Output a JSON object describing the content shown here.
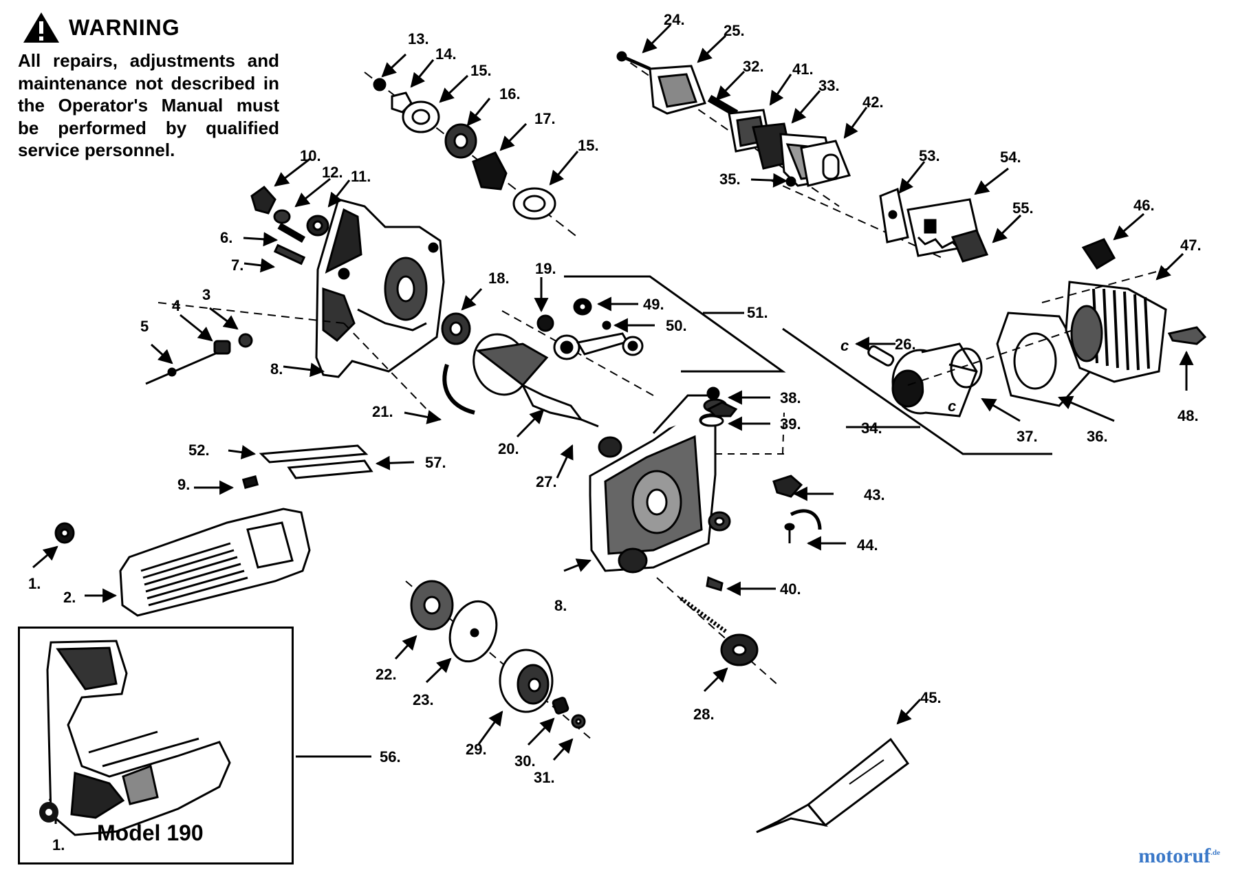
{
  "warning": {
    "title": "WARNING",
    "body": "All repairs, adjustments and maintenance not described in the Operator's Manual must be performed by qualified service personnel."
  },
  "inset": {
    "label": "Model 190"
  },
  "watermark": {
    "brand": "motoruf",
    "tld": ".de"
  },
  "callouts": [
    "1.",
    "1.",
    "2.",
    "3",
    "4",
    "5",
    "6.",
    "7.",
    "8.",
    "8.",
    "9.",
    "10.",
    "11.",
    "12.",
    "13.",
    "14.",
    "15.",
    "15.",
    "16.",
    "17.",
    "18.",
    "19.",
    "20.",
    "21.",
    "22.",
    "23.",
    "24.",
    "25.",
    "26.",
    "27.",
    "28.",
    "29.",
    "30.",
    "31.",
    "32.",
    "33.",
    "34.",
    "35.",
    "36.",
    "37.",
    "38.",
    "39.",
    "40.",
    "41.",
    "42.",
    "43.",
    "44.",
    "45.",
    "46.",
    "47.",
    "48.",
    "49.",
    "50.",
    "51.",
    "52.",
    "53.",
    "54.",
    "55.",
    "56.",
    "57."
  ],
  "colors": {
    "ink": "#000000",
    "paper": "#ffffff",
    "watermark": "#3a78c8"
  }
}
